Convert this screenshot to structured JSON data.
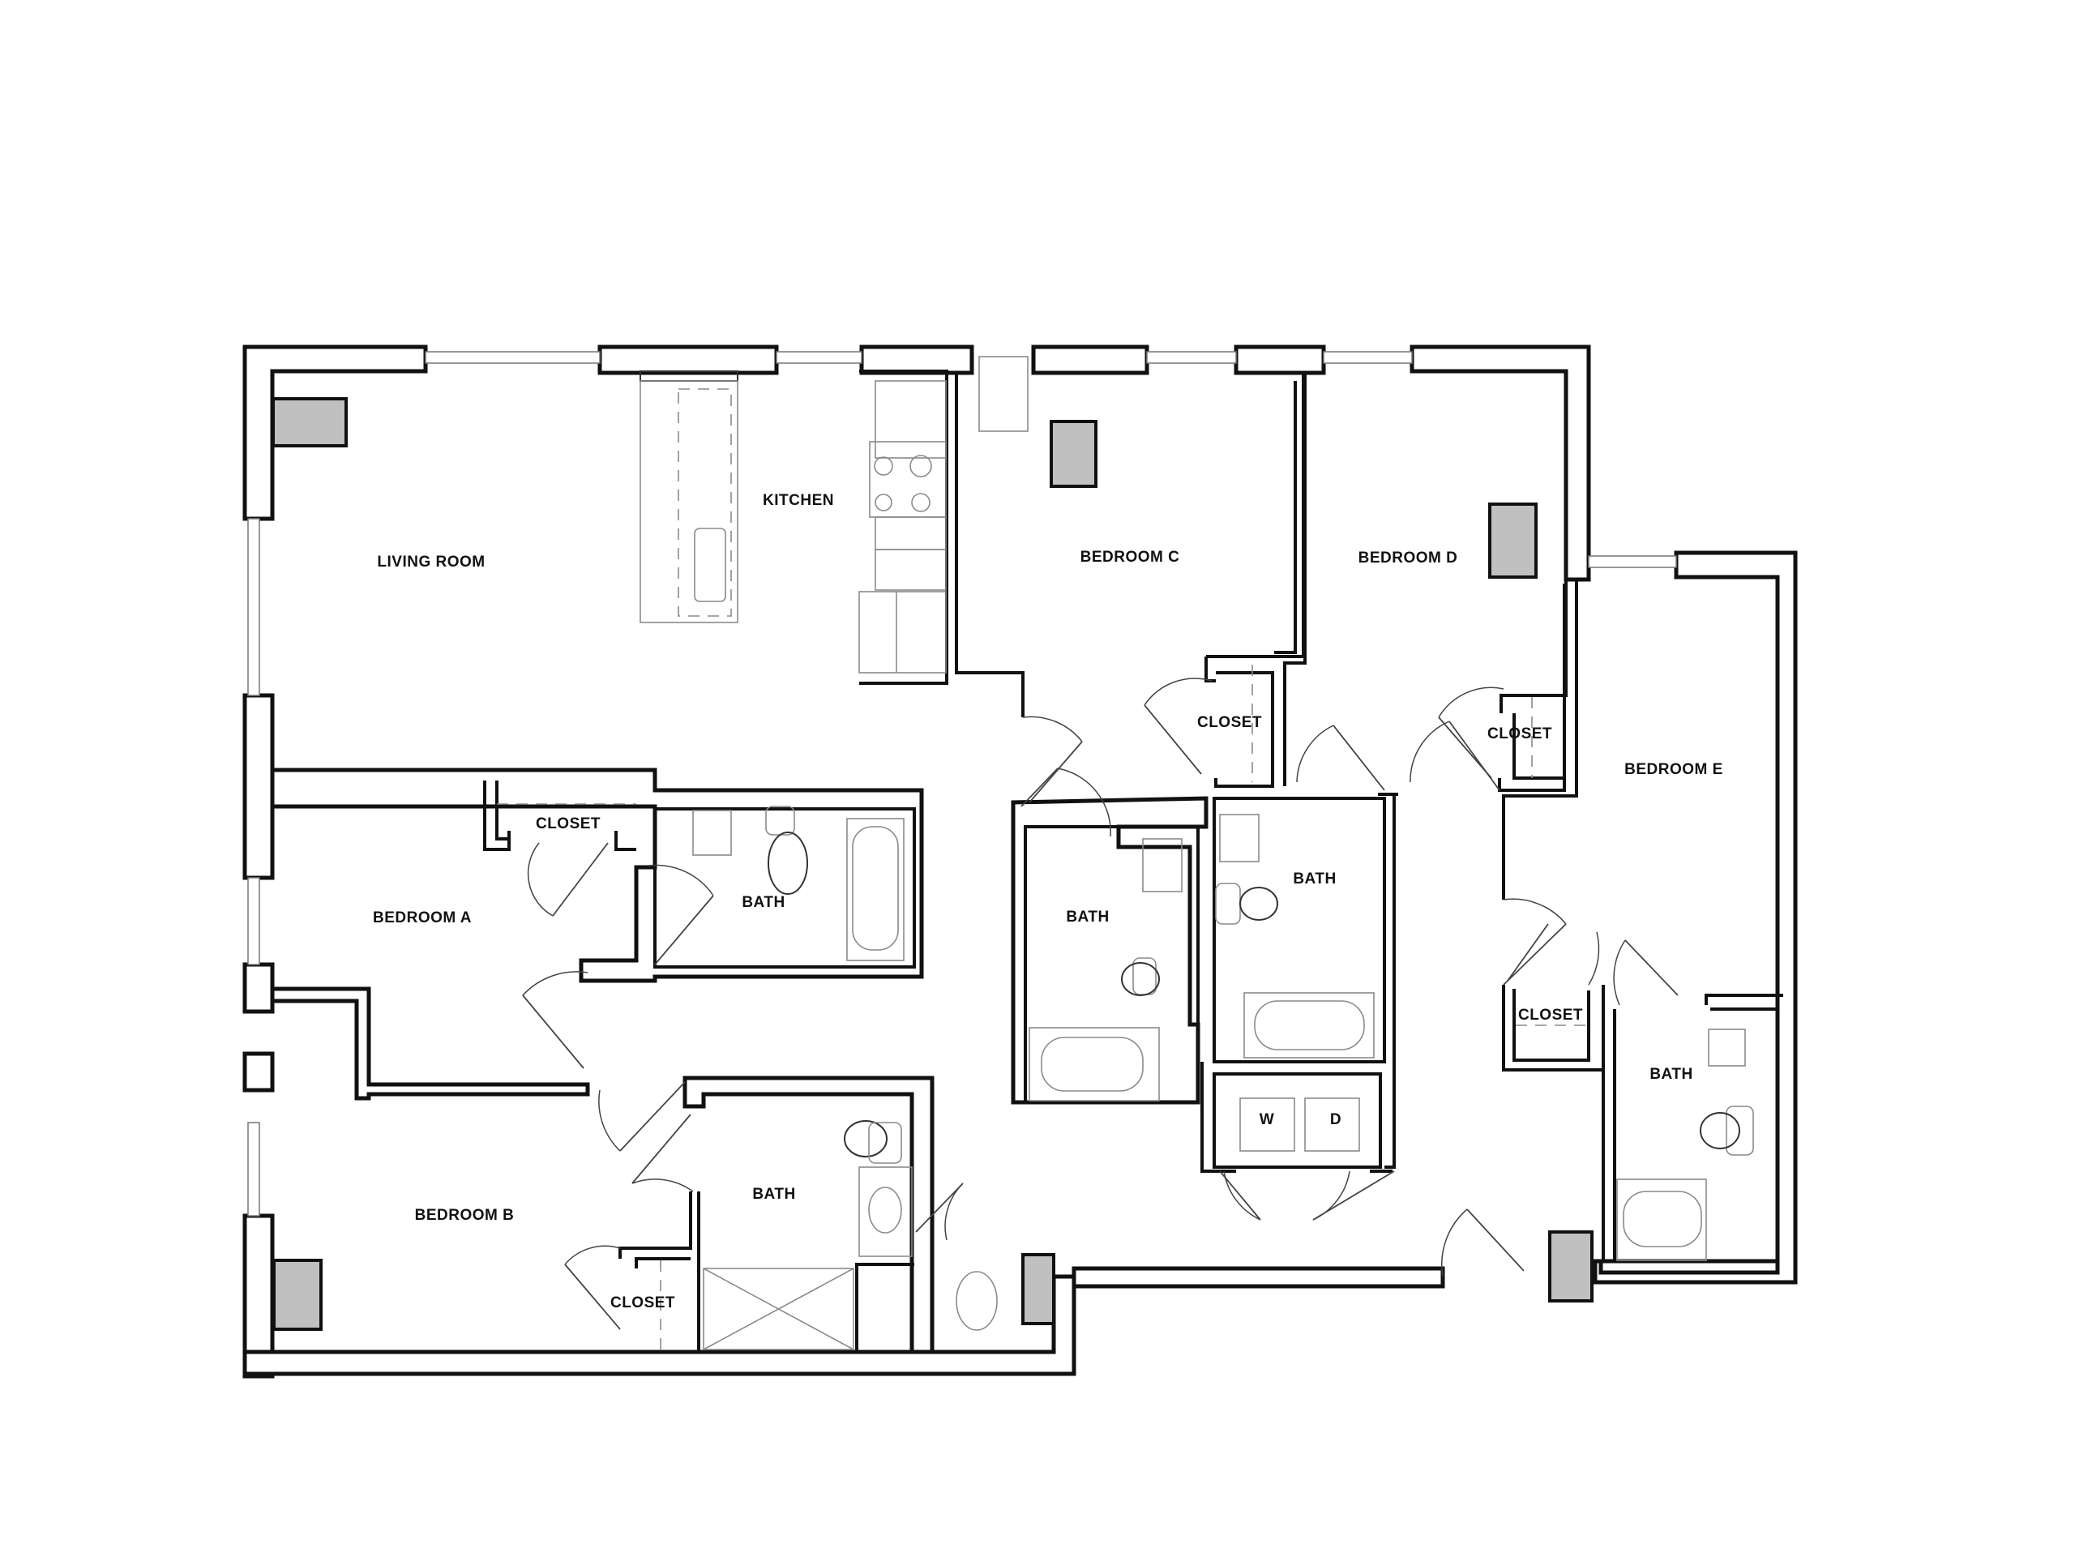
{
  "plan": {
    "title": "",
    "colors": {
      "wall": "#111111",
      "hvac_fill": "#c0c0c0",
      "fixture_line": "#8a8a8a",
      "background": "#ffffff"
    }
  },
  "rooms": {
    "living_room": "LIVING ROOM",
    "kitchen": "KITCHEN",
    "bedroom_a": "BEDROOM A",
    "bedroom_b": "BEDROOM B",
    "bedroom_c": "BEDROOM C",
    "bedroom_d": "BEDROOM D",
    "bedroom_e": "BEDROOM E",
    "closet_a": "CLOSET",
    "closet_b": "CLOSET",
    "closet_c": "CLOSET",
    "closet_d": "CLOSET",
    "closet_e": "CLOSET",
    "bath_a": "BATH",
    "bath_b": "BATH",
    "bath_c": "BATH",
    "bath_d": "BATH",
    "bath_e": "BATH",
    "washer": "W",
    "dryer": "D"
  }
}
